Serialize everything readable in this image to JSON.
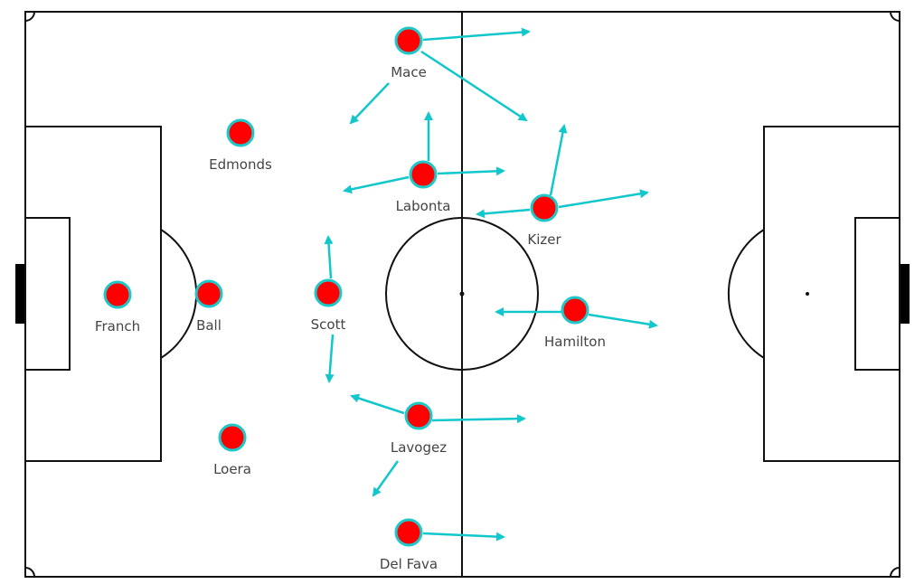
{
  "colors": {
    "player_fill": "#ff0000",
    "player_ring": "#1fc8c8",
    "arrow": "#12c7cc",
    "lines": "#111111",
    "label": "#444444"
  },
  "players": [
    {
      "name": "Franch"
    },
    {
      "name": "Ball"
    },
    {
      "name": "Edmonds"
    },
    {
      "name": "Loera"
    },
    {
      "name": "Scott"
    },
    {
      "name": "Mace"
    },
    {
      "name": "Labonta"
    },
    {
      "name": "Lavogez"
    },
    {
      "name": "Del Fava"
    },
    {
      "name": "Kizer"
    },
    {
      "name": "Hamilton"
    }
  ]
}
